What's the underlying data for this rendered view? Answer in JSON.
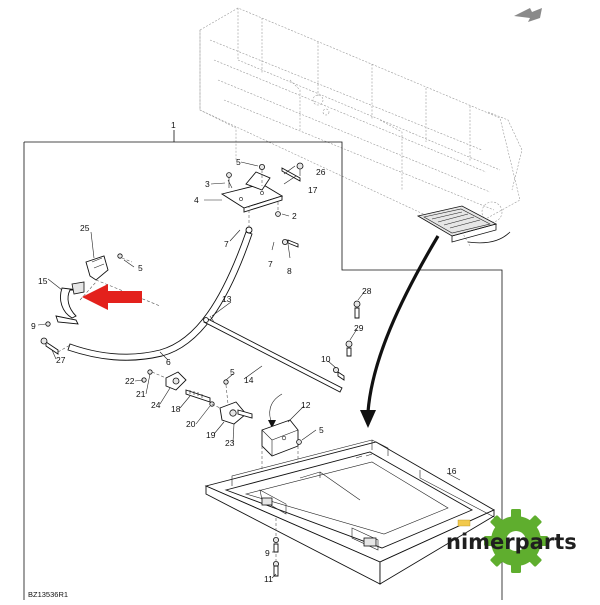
{
  "diagram": {
    "figure_code": "BZ13536R1",
    "brand_text": "nimerparts",
    "colors": {
      "arrow": "#e3211c",
      "gear_green": "#5fae2e",
      "line": "#111111",
      "ghost": "#9a9a9a"
    },
    "callouts": {
      "c1": "1",
      "c2": "2",
      "c3": "3",
      "c4": "4",
      "c5a": "5",
      "c5b": "5",
      "c5c": "5",
      "c5d": "5",
      "c6": "6",
      "c7a": "7",
      "c7b": "7",
      "c8": "8",
      "c9a": "9",
      "c9b": "9",
      "c10": "10",
      "c11": "11",
      "c12": "12",
      "c13": "13",
      "c14": "14",
      "c15": "15",
      "c16": "16",
      "c17": "17",
      "c18": "18",
      "c19": "19",
      "c20": "20",
      "c21": "21",
      "c22": "22",
      "c23": "23",
      "c24": "24",
      "c25": "25",
      "c26": "26",
      "c27": "27",
      "c28": "28",
      "c29": "29"
    }
  }
}
